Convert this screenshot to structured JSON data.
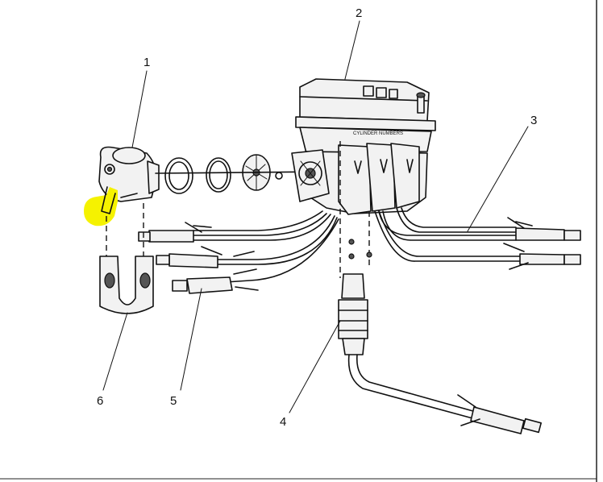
{
  "callouts": [
    {
      "id": "1",
      "label": "1"
    },
    {
      "id": "2",
      "label": "2"
    },
    {
      "id": "3",
      "label": "3"
    },
    {
      "id": "4",
      "label": "4"
    },
    {
      "id": "5",
      "label": "5"
    },
    {
      "id": "6",
      "label": "6"
    }
  ],
  "cap_text": "CYLINDER NUMBERS",
  "colors": {
    "highlight": "#f5f200",
    "line": "#111111",
    "part_fill": "#f2f2f2",
    "background": "#ffffff"
  }
}
